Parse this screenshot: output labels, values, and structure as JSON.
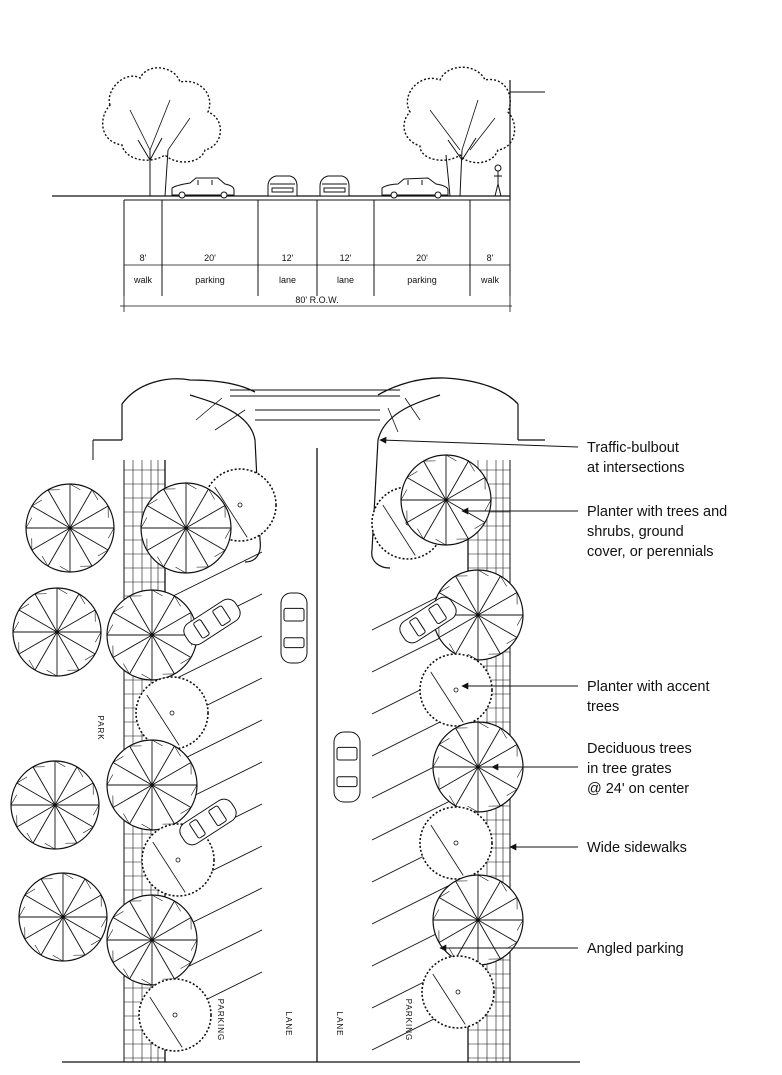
{
  "section": {
    "segments": [
      {
        "width": "8'",
        "use": "walk"
      },
      {
        "width": "20'",
        "use": "parking"
      },
      {
        "width": "12'",
        "use": "lane"
      },
      {
        "width": "12'",
        "use": "lane"
      },
      {
        "width": "20'",
        "use": "parking"
      },
      {
        "width": "8'",
        "use": "walk"
      }
    ],
    "row_total": "80' R.O.W."
  },
  "plan": {
    "labels": {
      "park": "PARK",
      "parking_left": "PARKING",
      "lane_left": "LANE",
      "lane_right": "LANE",
      "parking_right": "PARKING"
    },
    "callouts": [
      {
        "lines": [
          "Traffic-bulbout",
          "at intersections"
        ]
      },
      {
        "lines": [
          "Planter with trees and",
          "shrubs, ground",
          "cover, or perennials"
        ]
      },
      {
        "lines": [
          "Planter with accent",
          "trees"
        ]
      },
      {
        "lines": [
          "Deciduous trees",
          "in tree grates",
          "@ 24' on center"
        ]
      },
      {
        "lines": [
          "Wide sidewalks"
        ]
      },
      {
        "lines": [
          "Angled parking"
        ]
      }
    ]
  }
}
